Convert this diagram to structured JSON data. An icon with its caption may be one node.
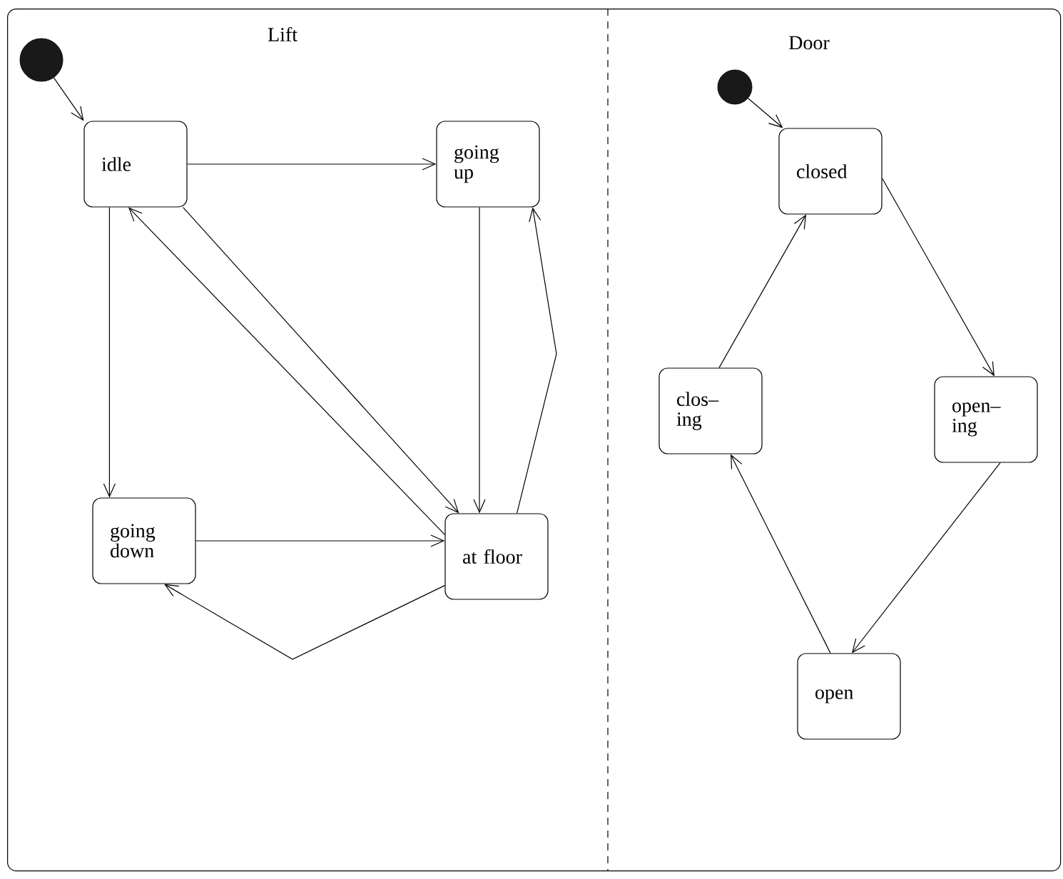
{
  "diagram": {
    "nodes": [
      {
        "text": [],
        "shape": "box"
      },
      {
        "text": [],
        "shape": "circle",
        "in": 0
      },
      {
        "text": [
          "idle"
        ],
        "in": 0
      },
      {
        "text": [
          "going up"
        ],
        "in": 0
      },
      {
        "text": [
          "going down"
        ],
        "in": 0
      },
      {
        "text": [
          "at floor"
        ],
        "in": 0
      },
      {
        "text": [],
        "shape": "circle",
        "in": 0
      },
      {
        "text": [
          "closed"
        ],
        "in": 0
      },
      {
        "text": [
          "clos– ing"
        ],
        "in": 0
      },
      {
        "text": [
          "open– ing"
        ],
        "in": 0
      },
      {
        "text": [
          "open"
        ],
        "in": 0
      }
    ],
    "edges": [
      {
        "from": 1,
        "to": 2,
        "arrow": "to"
      },
      {
        "from": 2,
        "to": 3,
        "arrow": "to"
      },
      {
        "from": 2,
        "to": 4,
        "arrow": "to"
      },
      {
        "from": 2,
        "to": 5,
        "arrow": "to"
      },
      {
        "from": 5,
        "to": 2,
        "arrow": "to"
      },
      {
        "from": 3,
        "to": 5,
        "arrow": "to"
      },
      {
        "from": 5,
        "to": 3,
        "arrow": "to"
      },
      {
        "from": 4,
        "to": 5,
        "arrow": "to"
      },
      {
        "from": 5,
        "to": 4,
        "arrow": "to"
      },
      {
        "from": 6,
        "to": 7,
        "arrow": "to"
      },
      {
        "from": 7,
        "to": 9,
        "arrow": "to"
      },
      {
        "from": 9,
        "to": 10,
        "arrow": "to"
      },
      {
        "from": 10,
        "to": 8,
        "arrow": "to"
      },
      {
        "from": 8,
        "to": 7,
        "arrow": "to"
      }
    ],
    "labels": [
      "Lift",
      "Door"
    ]
  }
}
